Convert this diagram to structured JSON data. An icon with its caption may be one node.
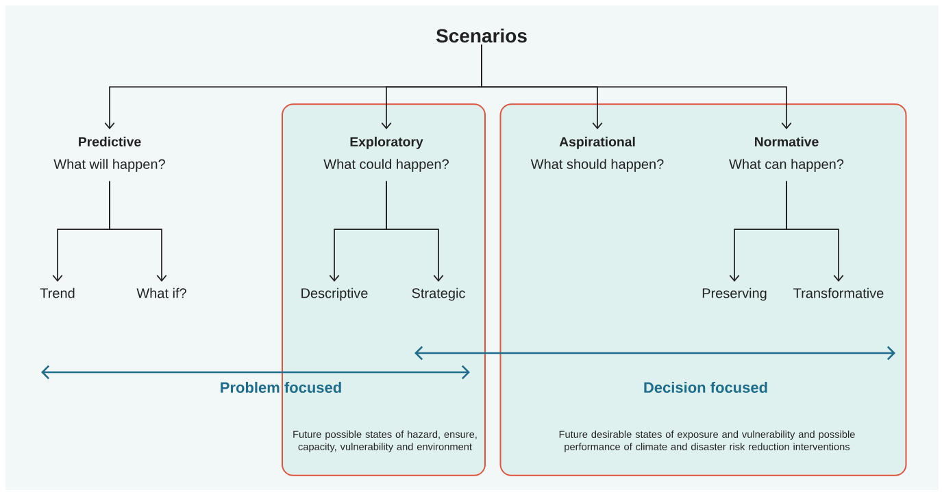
{
  "diagram": {
    "nodes": [
      {
        "text": [
          "Scenarios"
        ]
      },
      {
        "text": [
          "Predictive",
          "What will happen?"
        ]
      },
      {
        "text": [
          "Future possible states of hazard, ensure, capacity, vulnerability and environment"
        ]
      },
      {
        "text": [
          "Exploratory",
          "What could happen?"
        ],
        "in": 2
      },
      {
        "text": [
          "Future desirable states of exposure and vulnerability and possible performance of climate and disaster risk reduction interventions"
        ]
      },
      {
        "text": [
          "Aspirational",
          "What should happen?"
        ],
        "in": 4
      },
      {
        "text": [
          "Normative",
          "What can happen?"
        ],
        "in": 4
      },
      {
        "text": [
          "Trend"
        ]
      },
      {
        "text": [
          "What if?"
        ]
      },
      {
        "text": [
          "Descriptive"
        ],
        "in": 2
      },
      {
        "text": [
          "Strategic"
        ],
        "in": 2
      },
      {
        "text": [
          "Preserving"
        ],
        "in": 4
      },
      {
        "text": [
          "Transformative"
        ],
        "in": 4
      }
    ],
    "edges": [
      {
        "from": 0,
        "to": 1,
        "arrow": "to"
      },
      {
        "from": 0,
        "to": 3,
        "arrow": "to"
      },
      {
        "from": 0,
        "to": 5,
        "arrow": "to"
      },
      {
        "from": 0,
        "to": 6,
        "arrow": "to"
      },
      {
        "from": 1,
        "to": 7,
        "arrow": "to"
      },
      {
        "from": 1,
        "to": 8,
        "arrow": "to"
      },
      {
        "from": 3,
        "to": 9,
        "arrow": "to"
      },
      {
        "from": 3,
        "to": 10,
        "arrow": "to"
      },
      {
        "from": 6,
        "to": 11,
        "arrow": "to"
      },
      {
        "from": 6,
        "to": 12,
        "arrow": "to"
      }
    ],
    "labels": [
      "Problem focused",
      "Decision focused"
    ]
  }
}
